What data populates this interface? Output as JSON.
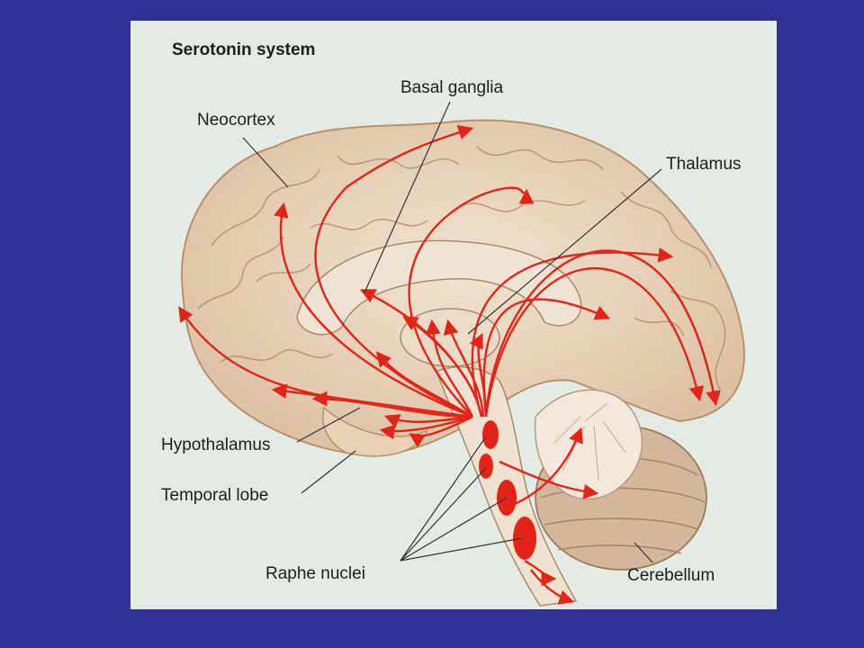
{
  "title": "Serotonin system",
  "labels": {
    "basal_ganglia": "Basal ganglia",
    "neocortex": "Neocortex",
    "thalamus": "Thalamus",
    "hypothalamus": "Hypothalamus",
    "temporal_lobe": "Temporal lobe",
    "raphe_nuclei": "Raphe nuclei",
    "cerebellum": "Cerebellum"
  },
  "colors": {
    "slide_background": "#2e3192",
    "panel_background": "#e3ebe4",
    "brain_tissue": "#ecd9c3",
    "fiber_arrows": "#e2241a"
  }
}
